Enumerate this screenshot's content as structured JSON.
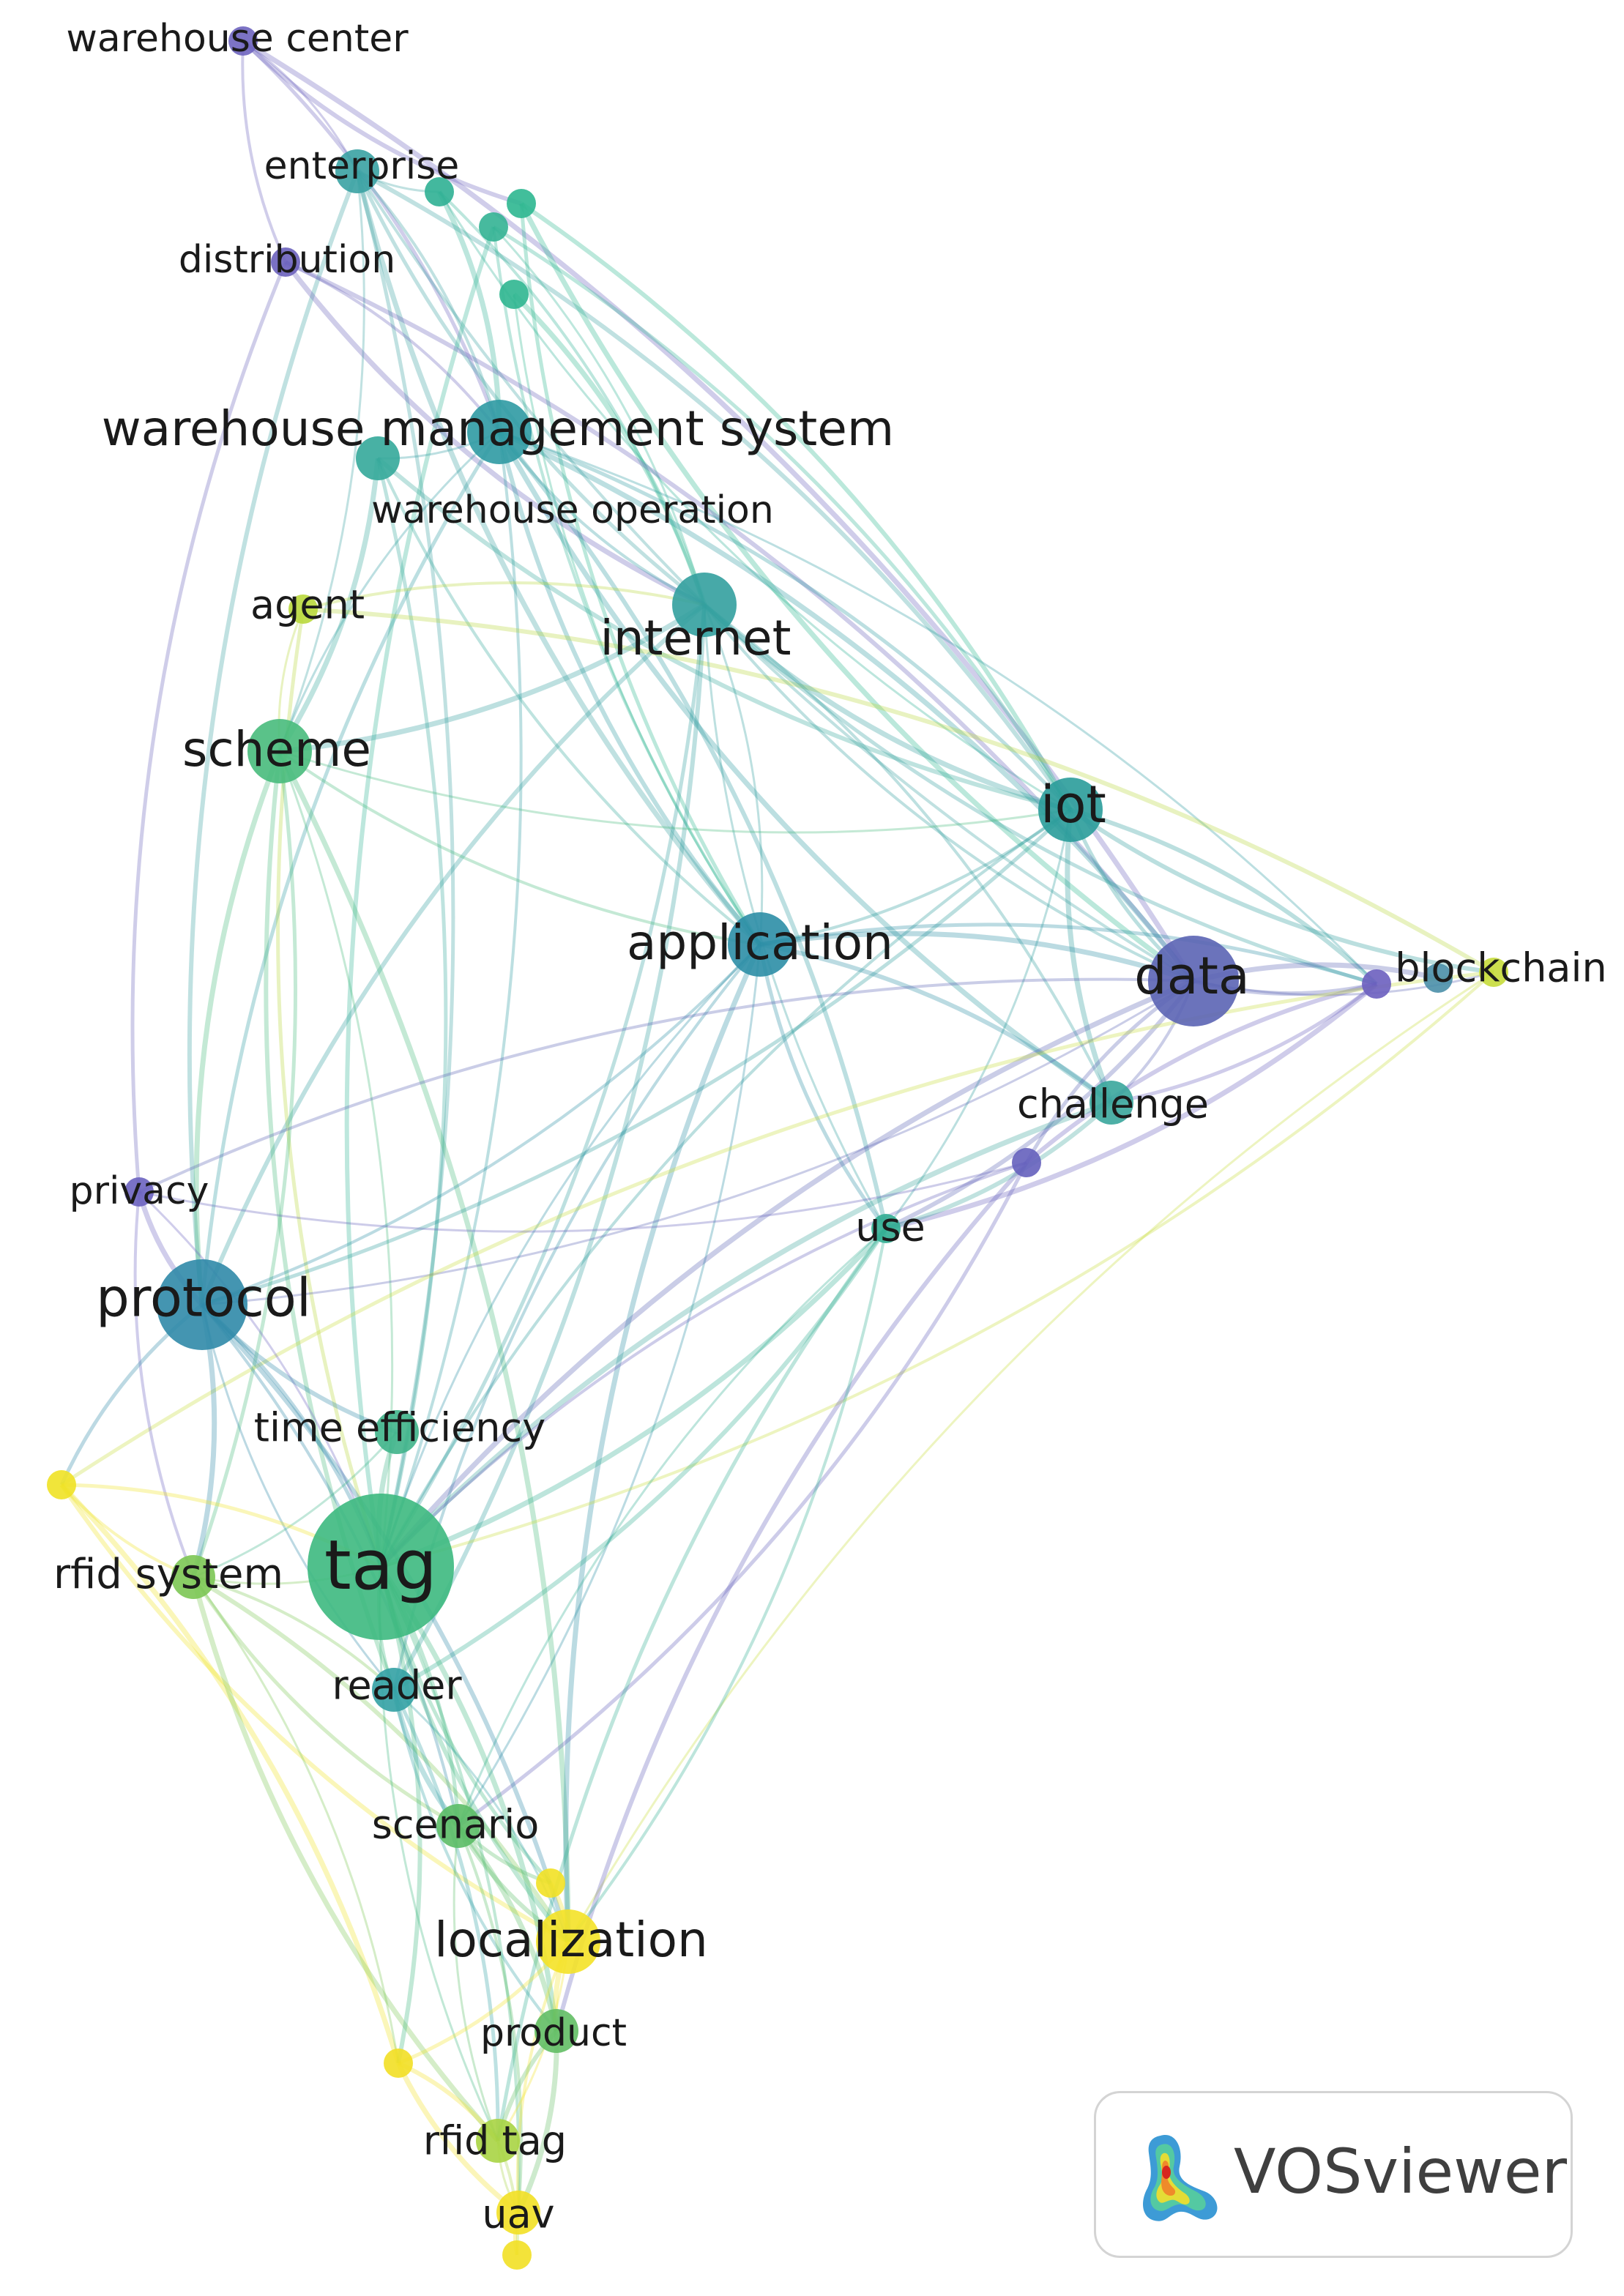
{
  "diagram": {
    "nodes": [
      {
        "id": "warehouse center",
        "label": "warehouse center",
        "color": "#6e64bf",
        "size": "s"
      },
      {
        "id": "enterprise",
        "label": "enterprise",
        "color": "#3aa2a3",
        "size": "m"
      },
      {
        "id": "enterprise-b",
        "label": "",
        "color": "#2fb094",
        "size": "s"
      },
      {
        "id": "enterprise-c",
        "label": "",
        "color": "#2db790",
        "size": "s"
      },
      {
        "id": "enterprise-d",
        "label": "",
        "color": "#33b394",
        "size": "s"
      },
      {
        "id": "enterprise-e",
        "label": "",
        "color": "#2fb690",
        "size": "s"
      },
      {
        "id": "distribution",
        "label": "distribution",
        "color": "#6b62bc",
        "size": "s"
      },
      {
        "id": "warehouse management system",
        "label": "warehouse management system",
        "color": "#2f9aa3",
        "size": "xl"
      },
      {
        "id": "warehouse operation",
        "label": "warehouse operation",
        "color": "#34a89a",
        "size": "m"
      },
      {
        "id": "agent",
        "label": "agent",
        "color": "#b9d83c",
        "size": "s"
      },
      {
        "id": "internet",
        "label": "internet",
        "color": "#33a09f",
        "size": "xl"
      },
      {
        "id": "scheme",
        "label": "scheme",
        "color": "#48bb7c",
        "size": "xl"
      },
      {
        "id": "iot",
        "label": "iot",
        "color": "#2a9c9a",
        "size": "xl"
      },
      {
        "id": "application",
        "label": "application",
        "color": "#2c8ea6",
        "size": "xl"
      },
      {
        "id": "data",
        "label": "data",
        "color": "#5b64b4",
        "size": "xxl"
      },
      {
        "id": "blockchain",
        "label": "blockchain",
        "color": "#6b5fbf",
        "size": "s"
      },
      {
        "id": "blockchain-b",
        "label": "",
        "color": "#4a8fa8",
        "size": "s"
      },
      {
        "id": "blockchain-c",
        "label": "",
        "color": "#c6dc3b",
        "size": "s"
      },
      {
        "id": "challenge",
        "label": "challenge",
        "color": "#3aa69c",
        "size": "m"
      },
      {
        "id": "challenge-b",
        "label": "",
        "color": "#6560bc",
        "size": "s"
      },
      {
        "id": "privacy",
        "label": "privacy",
        "color": "#6c63c0",
        "size": "s"
      },
      {
        "id": "use",
        "label": "use",
        "color": "#31ae92",
        "size": "s"
      },
      {
        "id": "protocol",
        "label": "protocol",
        "color": "#3089a8",
        "size": "xxl"
      },
      {
        "id": "time efficiency",
        "label": "time efficiency",
        "color": "#3fb48a",
        "size": "m"
      },
      {
        "id": "left-yellow",
        "label": "",
        "color": "#f0e225",
        "size": "s"
      },
      {
        "id": "rfid system",
        "label": "rfid system",
        "color": "#7cc654",
        "size": "m"
      },
      {
        "id": "tag",
        "label": "tag",
        "color": "#3db97f",
        "size": "huge"
      },
      {
        "id": "reader",
        "label": "reader",
        "color": "#33a1a4",
        "size": "m"
      },
      {
        "id": "scenario",
        "label": "scenario",
        "color": "#5bbd66",
        "size": "m"
      },
      {
        "id": "scenario-b",
        "label": "",
        "color": "#f2e125",
        "size": "s"
      },
      {
        "id": "localization",
        "label": "localization",
        "color": "#f4e227",
        "size": "xl"
      },
      {
        "id": "product",
        "label": "product",
        "color": "#62be64",
        "size": "m"
      },
      {
        "id": "bottom-left-yellow",
        "label": "",
        "color": "#f2df25",
        "size": "s"
      },
      {
        "id": "rfid tag",
        "label": "rfid tag",
        "color": "#a9d444",
        "size": "m"
      },
      {
        "id": "uav",
        "label": "uav",
        "color": "#f2e025",
        "size": "m"
      },
      {
        "id": "uav-b",
        "label": "",
        "color": "#f2e025",
        "size": "s"
      }
    ],
    "edges": [
      [
        "warehouse center",
        "enterprise"
      ],
      [
        "warehouse center",
        "distribution"
      ],
      [
        "warehouse center",
        "warehouse management system"
      ],
      [
        "warehouse center",
        "enterprise-c"
      ],
      [
        "warehouse center",
        "data"
      ],
      [
        "enterprise",
        "enterprise-b"
      ],
      [
        "enterprise",
        "warehouse management system"
      ],
      [
        "enterprise",
        "internet"
      ],
      [
        "enterprise",
        "iot"
      ],
      [
        "enterprise",
        "application"
      ],
      [
        "enterprise",
        "scheme"
      ],
      [
        "enterprise",
        "data"
      ],
      [
        "enterprise",
        "tag"
      ],
      [
        "enterprise",
        "protocol"
      ],
      [
        "enterprise-b",
        "warehouse management system"
      ],
      [
        "enterprise-b",
        "iot"
      ],
      [
        "enterprise-b",
        "internet"
      ],
      [
        "enterprise-c",
        "application"
      ],
      [
        "enterprise-c",
        "iot"
      ],
      [
        "enterprise-c",
        "data"
      ],
      [
        "enterprise-d",
        "internet"
      ],
      [
        "enterprise-d",
        "application"
      ],
      [
        "enterprise-d",
        "iot"
      ],
      [
        "enterprise-d",
        "tag"
      ],
      [
        "enterprise-e",
        "internet"
      ],
      [
        "enterprise-e",
        "application"
      ],
      [
        "distribution",
        "warehouse management system"
      ],
      [
        "distribution",
        "privacy"
      ],
      [
        "distribution",
        "data"
      ],
      [
        "distribution",
        "internet"
      ],
      [
        "warehouse management system",
        "warehouse operation"
      ],
      [
        "warehouse management system",
        "internet"
      ],
      [
        "warehouse management system",
        "iot"
      ],
      [
        "warehouse management system",
        "application"
      ],
      [
        "warehouse management system",
        "data"
      ],
      [
        "warehouse management system",
        "scheme"
      ],
      [
        "warehouse management system",
        "tag"
      ],
      [
        "warehouse management system",
        "protocol"
      ],
      [
        "warehouse management system",
        "use"
      ],
      [
        "warehouse management system",
        "challenge"
      ],
      [
        "warehouse management system",
        "blockchain"
      ],
      [
        "warehouse operation",
        "application"
      ],
      [
        "warehouse operation",
        "tag"
      ],
      [
        "warehouse operation",
        "iot"
      ],
      [
        "warehouse operation",
        "scheme"
      ],
      [
        "agent",
        "scheme"
      ],
      [
        "agent",
        "internet"
      ],
      [
        "agent",
        "tag"
      ],
      [
        "agent",
        "blockchain-c"
      ],
      [
        "internet",
        "iot"
      ],
      [
        "internet",
        "application"
      ],
      [
        "internet",
        "data"
      ],
      [
        "internet",
        "tag"
      ],
      [
        "internet",
        "protocol"
      ],
      [
        "internet",
        "scheme"
      ],
      [
        "internet",
        "use"
      ],
      [
        "internet",
        "challenge"
      ],
      [
        "internet",
        "blockchain"
      ],
      [
        "internet",
        "reader"
      ],
      [
        "scheme",
        "protocol"
      ],
      [
        "scheme",
        "tag"
      ],
      [
        "scheme",
        "application"
      ],
      [
        "scheme",
        "rfid system"
      ],
      [
        "scheme",
        "reader"
      ],
      [
        "scheme",
        "localization"
      ],
      [
        "scheme",
        "iot"
      ],
      [
        "iot",
        "application"
      ],
      [
        "iot",
        "data"
      ],
      [
        "iot",
        "blockchain"
      ],
      [
        "iot",
        "challenge"
      ],
      [
        "iot",
        "use"
      ],
      [
        "iot",
        "tag"
      ],
      [
        "iot",
        "protocol"
      ],
      [
        "iot",
        "blockchain-c"
      ],
      [
        "application",
        "data"
      ],
      [
        "application",
        "tag"
      ],
      [
        "application",
        "protocol"
      ],
      [
        "application",
        "use"
      ],
      [
        "application",
        "challenge"
      ],
      [
        "application",
        "localization"
      ],
      [
        "application",
        "scenario"
      ],
      [
        "application",
        "reader"
      ],
      [
        "application",
        "blockchain"
      ],
      [
        "data",
        "blockchain"
      ],
      [
        "data",
        "blockchain-b"
      ],
      [
        "data",
        "blockchain-c"
      ],
      [
        "data",
        "challenge"
      ],
      [
        "data",
        "challenge-b"
      ],
      [
        "data",
        "use"
      ],
      [
        "data",
        "tag"
      ],
      [
        "data",
        "protocol"
      ],
      [
        "data",
        "privacy"
      ],
      [
        "blockchain",
        "challenge"
      ],
      [
        "blockchain",
        "challenge-b"
      ],
      [
        "blockchain",
        "use"
      ],
      [
        "blockchain-c",
        "localization"
      ],
      [
        "blockchain-c",
        "tag"
      ],
      [
        "blockchain-c",
        "left-yellow"
      ],
      [
        "challenge",
        "use"
      ],
      [
        "challenge",
        "tag"
      ],
      [
        "challenge-b",
        "privacy"
      ],
      [
        "challenge-b",
        "tag"
      ],
      [
        "challenge-b",
        "scenario"
      ],
      [
        "challenge-b",
        "product"
      ],
      [
        "use",
        "tag"
      ],
      [
        "use",
        "scenario"
      ],
      [
        "use",
        "localization"
      ],
      [
        "use",
        "rfid tag"
      ],
      [
        "use",
        "reader"
      ],
      [
        "privacy",
        "protocol"
      ],
      [
        "privacy",
        "tag"
      ],
      [
        "privacy",
        "rfid system"
      ],
      [
        "protocol",
        "tag"
      ],
      [
        "protocol",
        "time efficiency"
      ],
      [
        "protocol",
        "rfid system"
      ],
      [
        "protocol",
        "reader"
      ],
      [
        "protocol",
        "scenario"
      ],
      [
        "protocol",
        "left-yellow"
      ],
      [
        "protocol",
        "localization"
      ],
      [
        "time efficiency",
        "tag"
      ],
      [
        "time efficiency",
        "rfid system"
      ],
      [
        "left-yellow",
        "rfid system"
      ],
      [
        "left-yellow",
        "tag"
      ],
      [
        "left-yellow",
        "localization"
      ],
      [
        "left-yellow",
        "bottom-left-yellow"
      ],
      [
        "rfid system",
        "tag"
      ],
      [
        "rfid system",
        "reader"
      ],
      [
        "rfid system",
        "scenario"
      ],
      [
        "rfid system",
        "localization"
      ],
      [
        "rfid system",
        "rfid tag"
      ],
      [
        "rfid system",
        "bottom-left-yellow"
      ],
      [
        "tag",
        "reader"
      ],
      [
        "tag",
        "scenario"
      ],
      [
        "tag",
        "localization"
      ],
      [
        "tag",
        "product"
      ],
      [
        "tag",
        "rfid tag"
      ],
      [
        "tag",
        "uav"
      ],
      [
        "tag",
        "scenario-b"
      ],
      [
        "tag",
        "bottom-left-yellow"
      ],
      [
        "reader",
        "scenario"
      ],
      [
        "reader",
        "localization"
      ],
      [
        "reader",
        "product"
      ],
      [
        "reader",
        "rfid tag"
      ],
      [
        "scenario",
        "localization"
      ],
      [
        "scenario",
        "product"
      ],
      [
        "scenario",
        "rfid tag"
      ],
      [
        "scenario",
        "uav"
      ],
      [
        "scenario",
        "scenario-b"
      ],
      [
        "scenario-b",
        "localization"
      ],
      [
        "localization",
        "product"
      ],
      [
        "localization",
        "rfid tag"
      ],
      [
        "localization",
        "uav"
      ],
      [
        "localization",
        "bottom-left-yellow"
      ],
      [
        "product",
        "rfid tag"
      ],
      [
        "product",
        "uav"
      ],
      [
        "rfid tag",
        "uav"
      ],
      [
        "rfid tag",
        "uav-b"
      ],
      [
        "uav",
        "uav-b"
      ],
      [
        "bottom-left-yellow",
        "rfid tag"
      ],
      [
        "bottom-left-yellow",
        "uav"
      ]
    ]
  },
  "logo": {
    "text": "VOSviewer"
  }
}
